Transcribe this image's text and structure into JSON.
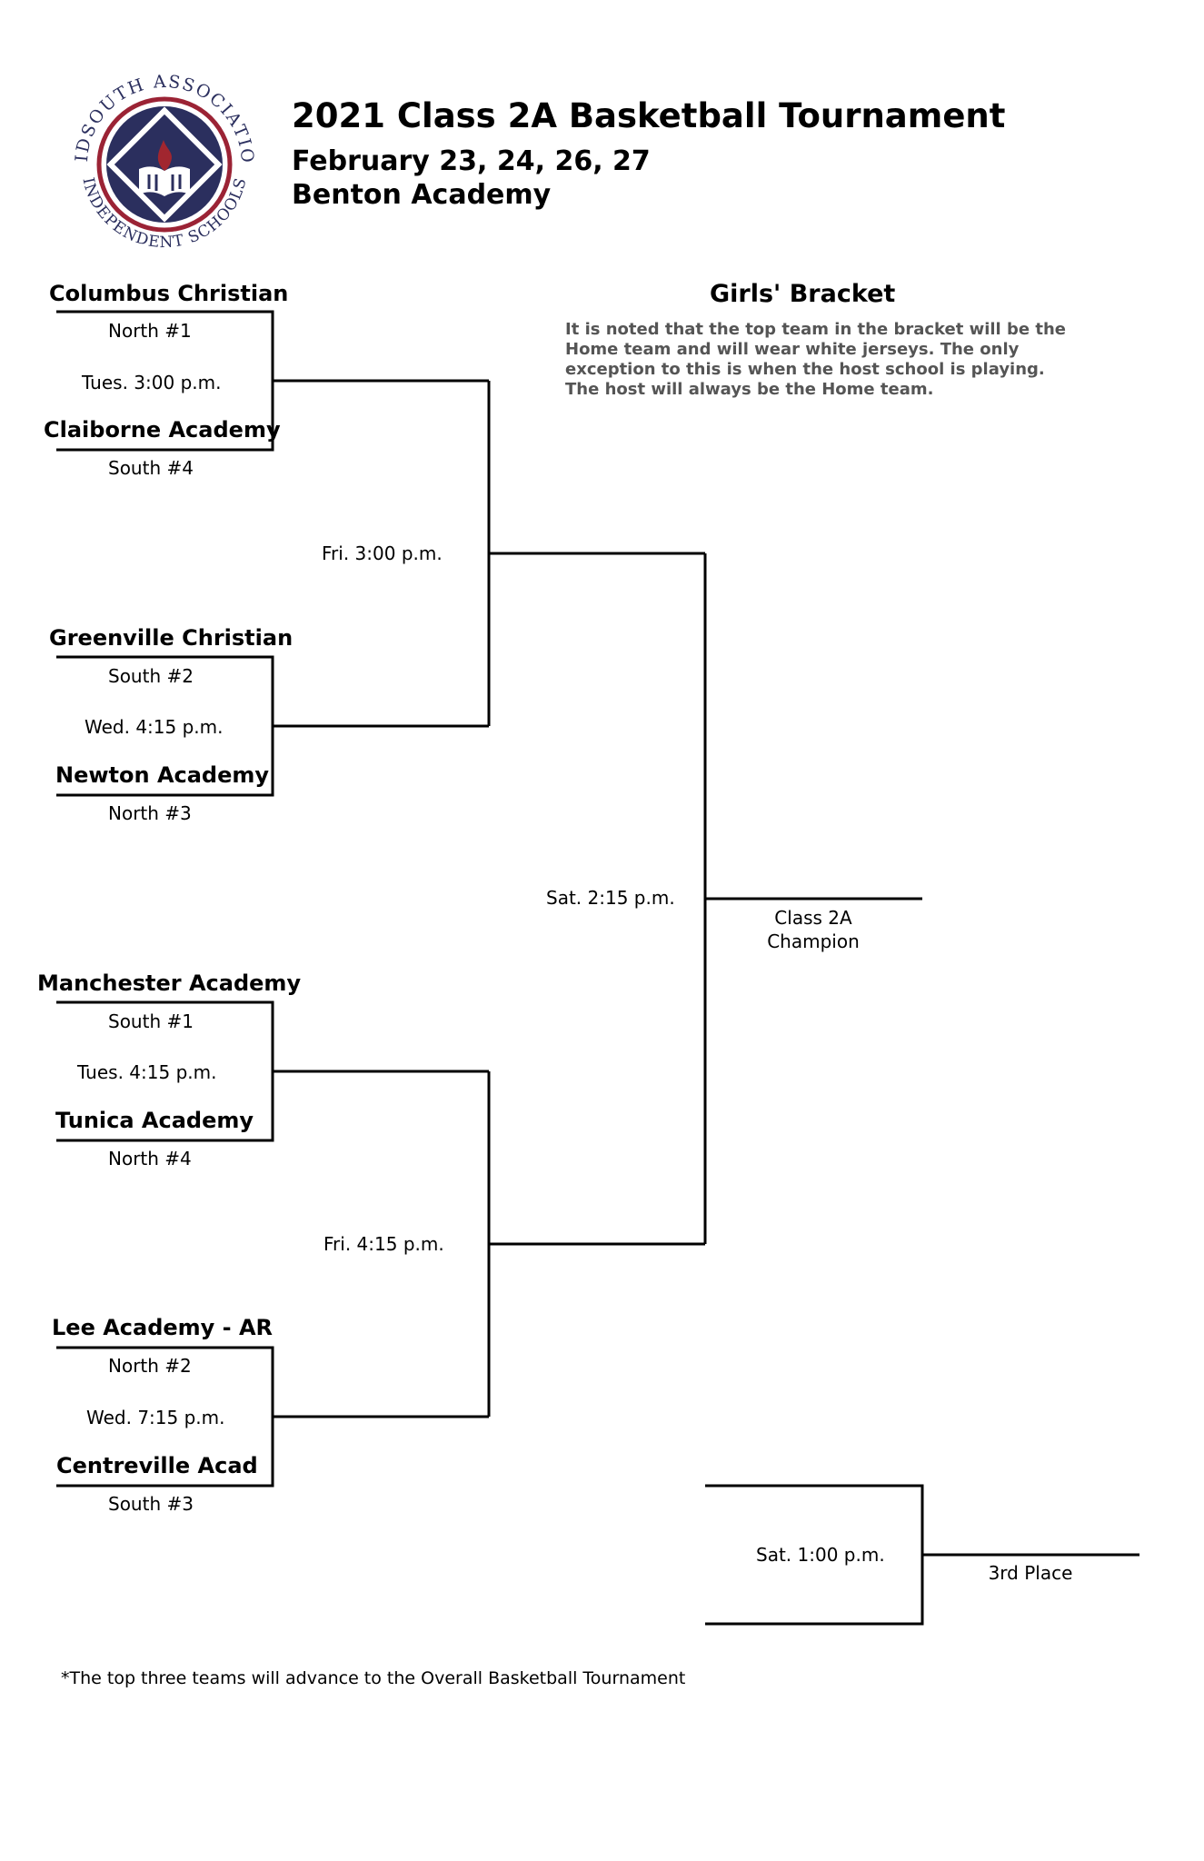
{
  "header": {
    "title": "2021 Class 2A Basketball Tournament",
    "dates": "February 23, 24, 26, 27",
    "venue": "Benton Academy",
    "logo": {
      "top_text": "MIDSOUTH ASSOCIATION",
      "bottom_text": "INDEPENDENT SCHOOLS",
      "colors": {
        "navy": "#2b2f5e",
        "red": "#9b2335",
        "flame": "#a1262f"
      }
    }
  },
  "bracket": {
    "title": "Girls' Bracket",
    "note": "It is noted that the top team in the bracket will be the Home team and will wear white jerseys. The only exception to this is when the host school is playing. The host will always be the Home team.",
    "games": [
      {
        "top_team": "Columbus Christian",
        "top_seed": "North #1",
        "time": "Tues. 3:00 p.m.",
        "bottom_team": "Claiborne Academy",
        "bottom_seed": "South #4"
      },
      {
        "top_team": "Greenville Christian",
        "top_seed": "South #2",
        "time": "Wed. 4:15 p.m.",
        "bottom_team": "Newton Academy",
        "bottom_seed": "North #3"
      },
      {
        "top_team": "Manchester Academy",
        "top_seed": "South #1",
        "time": "Tues. 4:15 p.m.",
        "bottom_team": "Tunica Academy",
        "bottom_seed": "North #4"
      },
      {
        "top_team": "Lee Academy - AR",
        "top_seed": "North #2",
        "time": "Wed. 7:15 p.m.",
        "bottom_team": "Centreville Acad",
        "bottom_seed": "South #3"
      }
    ],
    "semifinals": [
      {
        "time": "Fri. 3:00 p.m."
      },
      {
        "time": "Fri. 4:15 p.m."
      }
    ],
    "final": {
      "time": "Sat. 2:15 p.m.",
      "result_line1": "Class 2A",
      "result_line2": "Champion"
    },
    "third_place": {
      "time": "Sat. 1:00 p.m.",
      "result": "3rd Place"
    }
  },
  "footnote": "*The top three teams will advance to the Overall Basketball Tournament"
}
